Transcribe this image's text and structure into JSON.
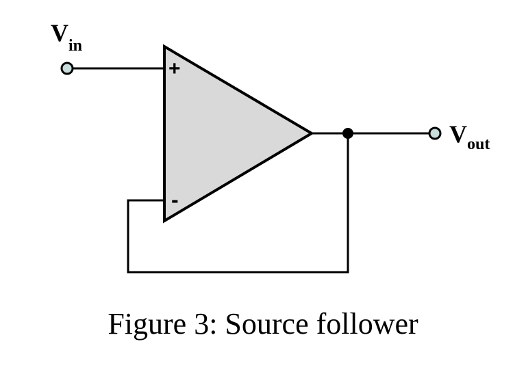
{
  "diagram": {
    "input_label": {
      "main": "V",
      "sub": "in"
    },
    "output_label": {
      "main": "V",
      "sub": "out"
    },
    "plus_sign": "+",
    "minus_sign": "-",
    "opamp_fill": "#d9d9d9",
    "terminal_fill": "#c8dcdc",
    "wire_color": "#000000"
  },
  "caption": "Figure 3: Source follower"
}
